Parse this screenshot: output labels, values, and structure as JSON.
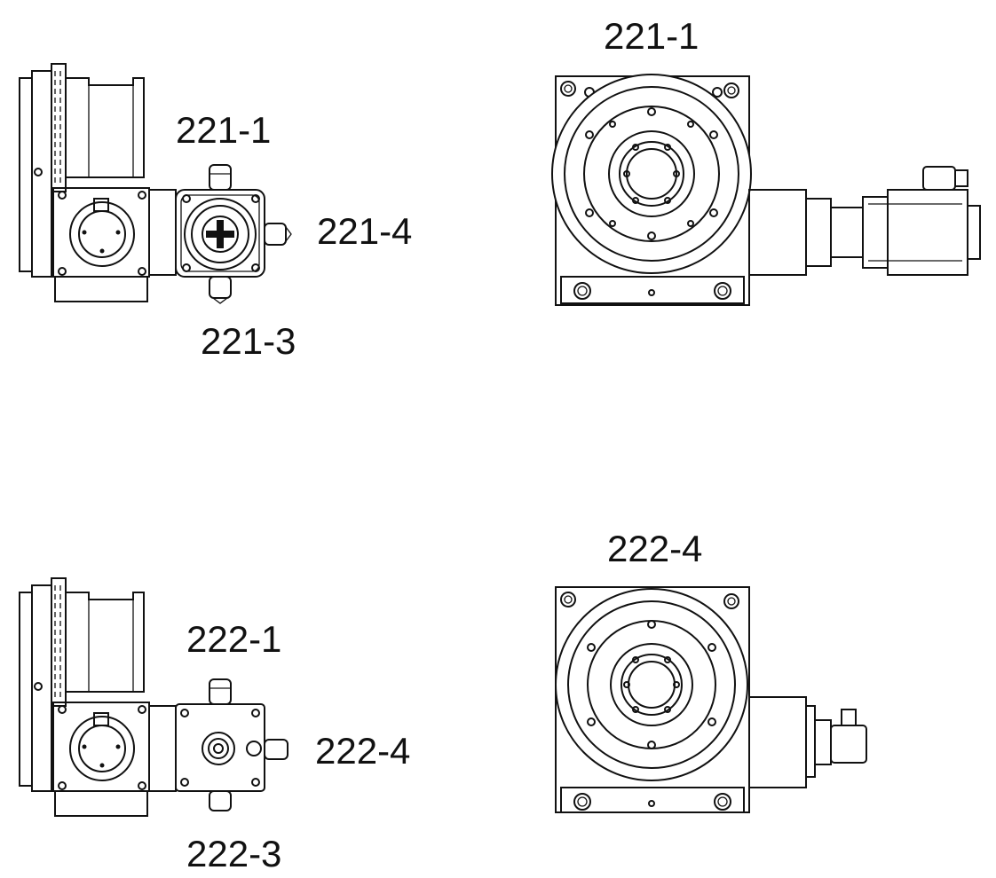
{
  "labels": {
    "top_left_top": "221-1",
    "top_left_right": "221-4",
    "top_left_bottom": "221-3",
    "top_right_top": "221-1",
    "bottom_left_top": "222-1",
    "bottom_left_right": "222-4",
    "bottom_left_bottom": "222-3",
    "bottom_right_top": "222-4"
  },
  "colors": {
    "line": "#111111",
    "background": "#ffffff"
  }
}
